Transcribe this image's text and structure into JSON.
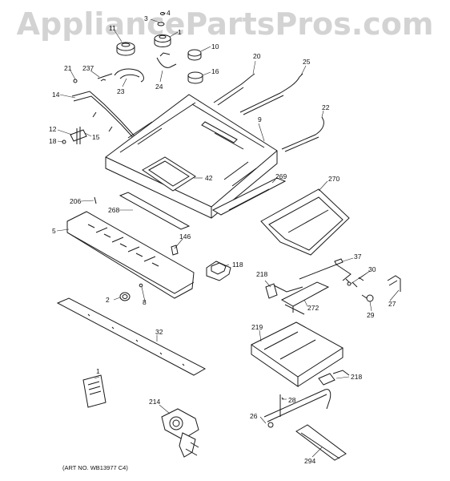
{
  "watermark": "AppliancePartsPros.com",
  "art_number": "(ART NO. WB13977 C4)",
  "labels": {
    "l1": "1",
    "l2": "2",
    "l3": "3",
    "l4": "4",
    "l5": "5",
    "l8": "8",
    "l9": "9",
    "l10": "10",
    "l11": "11",
    "l12": "12",
    "l14": "14",
    "l15": "15",
    "l16": "16",
    "l18": "18",
    "l20": "20",
    "l21": "21",
    "l22": "22",
    "l23": "23",
    "l24": "24",
    "l25": "25",
    "l26": "26",
    "l27": "27",
    "l28": "28",
    "l29": "29",
    "l30": "30",
    "l32": "32",
    "l37": "37",
    "l42": "42",
    "l118": "118",
    "l146": "146",
    "l206": "206",
    "l214": "214",
    "l218a": "218",
    "l218b": "218",
    "l219": "219",
    "l237": "237",
    "l268": "268",
    "l269": "269",
    "l270": "270",
    "l272": "272",
    "l294": "294"
  },
  "colors": {
    "line": "#1a1a1a",
    "watermark": "#d3d3d3",
    "background": "#ffffff"
  }
}
